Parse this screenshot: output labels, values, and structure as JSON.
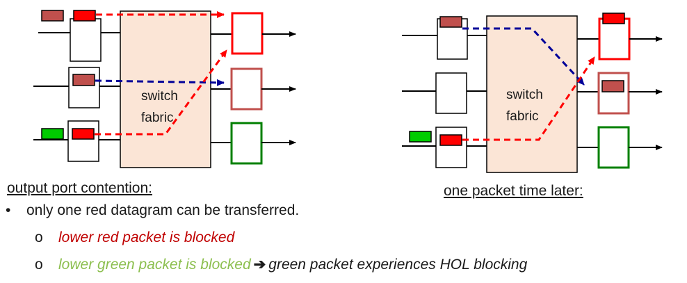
{
  "left_panel": {
    "fabric_label_1": "switch",
    "fabric_label_2": "fabric"
  },
  "right_panel": {
    "fabric_label_1": "switch",
    "fabric_label_2": "fabric"
  },
  "captions": {
    "left": "output port contention:",
    "right": "one packet time later:"
  },
  "bullets": {
    "main": "only one red datagram can be transferred.",
    "bullet_symbol": "•",
    "sub_symbol": "o",
    "sub1": "lower red packet is blocked",
    "sub2_a": "lower green packet is blocked",
    "sub2_arrow": "➔",
    "sub2_b": "green packet experiences HOL blocking"
  },
  "colors": {
    "fabric_fill": "#fbe5d6",
    "red_packet": "#ff0000",
    "dark_red_packet": "#c0504d",
    "green_packet": "#00cc00",
    "red_path": "#ff0000",
    "blue_path": "#000099",
    "output_red": "#ff0000",
    "output_darkred": "#c0504d",
    "output_green": "#008000"
  }
}
